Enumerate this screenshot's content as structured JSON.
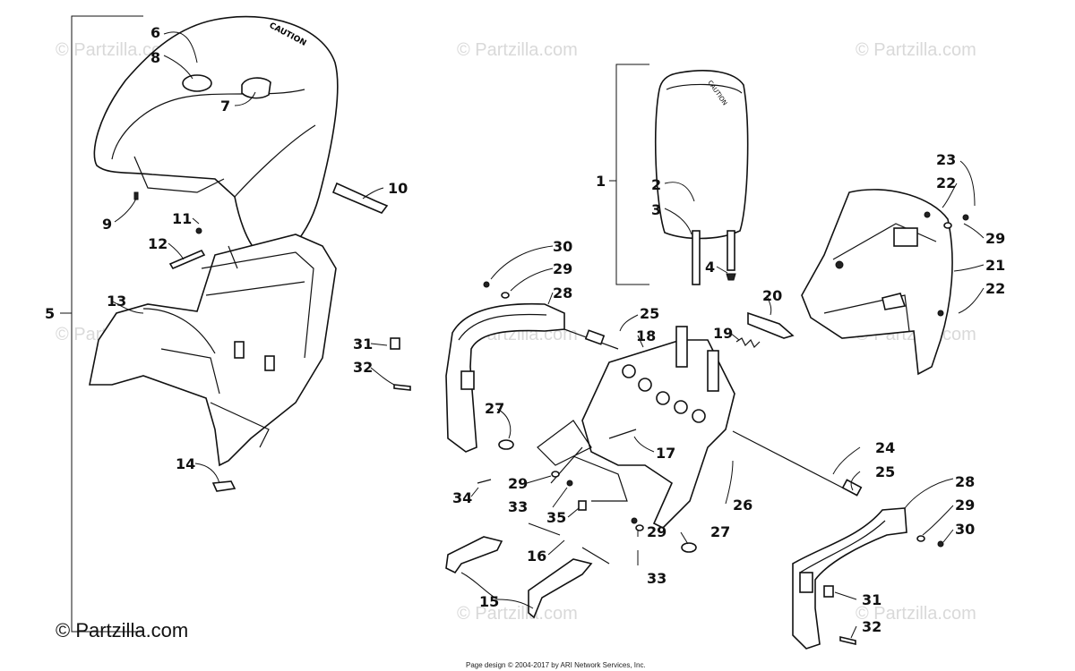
{
  "watermark_text": "© Partzilla.com",
  "brand_watermark": "© Partzilla.com",
  "footer": "Page design © 2004-2017 by ARI Network Services, Inc.",
  "seat_stamp": "CAUTION",
  "callouts": {
    "c1": "1",
    "c2": "2",
    "c3": "3",
    "c4": "4",
    "c5": "5",
    "c6": "6",
    "c7": "7",
    "c8": "8",
    "c9": "9",
    "c10": "10",
    "c11": "11",
    "c12": "12",
    "c13": "13",
    "c14": "14",
    "c15": "15",
    "c16": "16",
    "c17": "17",
    "c18": "18",
    "c19": "19",
    "c20": "20",
    "c21": "21",
    "c22": "22",
    "c23": "23",
    "c24": "24",
    "c25": "25",
    "c26": "26",
    "c27": "27",
    "c28": "28",
    "c29": "29",
    "c30": "30",
    "c31": "31",
    "c32": "32",
    "c33": "33",
    "c34": "34",
    "c35": "35"
  }
}
